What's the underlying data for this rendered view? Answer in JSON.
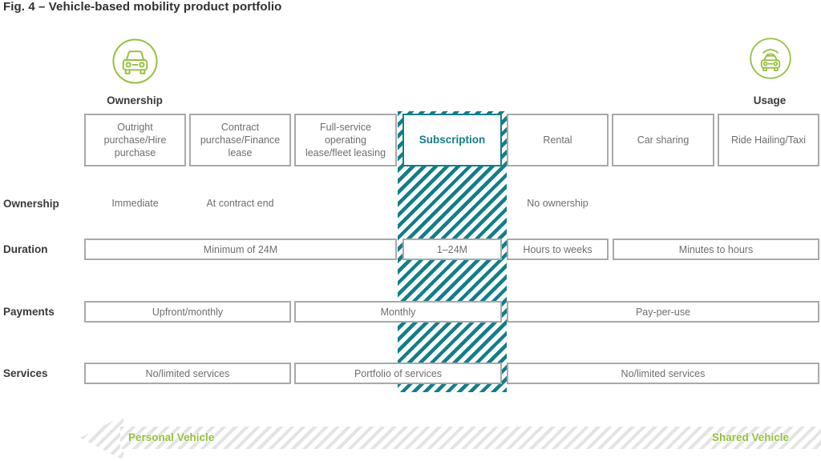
{
  "title": "Fig. 4 – Vehicle-based mobility product portfolio",
  "anchors": {
    "ownership_label": "Ownership",
    "usage_label": "Usage"
  },
  "columns": [
    {
      "label": "Outright purchase/Hire purchase",
      "highlighted": false
    },
    {
      "label": "Contract purchase/Finance lease",
      "highlighted": false
    },
    {
      "label": "Full-service operating lease/fleet leasing",
      "highlighted": false
    },
    {
      "label": "Subscription",
      "highlighted": true
    },
    {
      "label": "Rental",
      "highlighted": false
    },
    {
      "label": "Car sharing",
      "highlighted": false
    },
    {
      "label": "Ride Hailing/Taxi",
      "highlighted": false
    }
  ],
  "rows": {
    "ownership": {
      "label": "Ownership",
      "cells": [
        "Immediate",
        "At contract end",
        "No ownership"
      ]
    },
    "duration": {
      "label": "Duration",
      "cells": [
        "Minimum of 24M",
        "1–24M",
        "Hours to weeks",
        "Minutes to hours"
      ]
    },
    "payments": {
      "label": "Payments",
      "cells": [
        "Upfront/monthly",
        "Monthly",
        "Pay-per-use"
      ]
    },
    "services": {
      "label": "Services",
      "cells": [
        "No/limited services",
        "Portfolio of services",
        "No/limited services"
      ]
    }
  },
  "axis": {
    "left_label": "Personal Vehicle",
    "right_label": "Shared Vehicle"
  },
  "icons": {
    "ownership": "car-front-icon",
    "usage": "connected-car-icon"
  },
  "colors": {
    "teal": "#117e8a",
    "green": "#94c13d",
    "box_border": "#a9a9a9",
    "text_gray": "#6e6e6e",
    "text_dark": "#2f2f2f"
  }
}
